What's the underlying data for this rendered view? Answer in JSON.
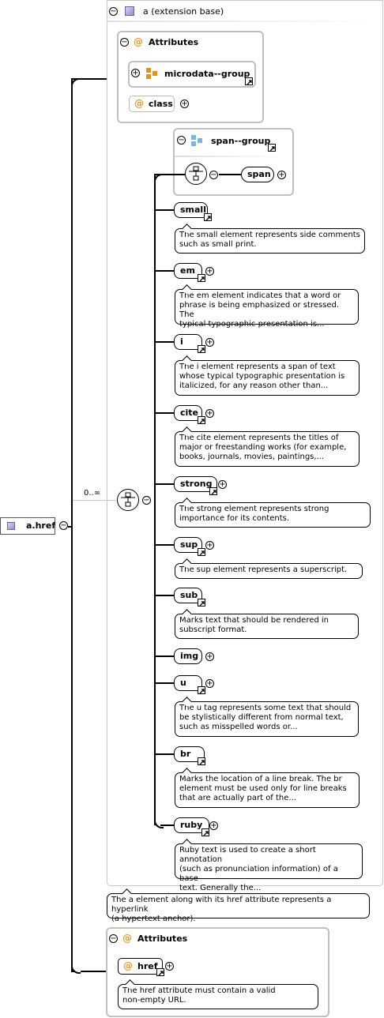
{
  "root": {
    "label": "a.href"
  },
  "cardinality": "0..∞",
  "extension": {
    "title": "a (extension base)"
  },
  "attributes_top": {
    "title": "Attributes",
    "group": "microdata--group",
    "attr": "class"
  },
  "span_group": {
    "title": "span--group",
    "element": "span"
  },
  "elements": [
    {
      "name": "small",
      "doc": [
        "The small element represents side comments",
        "such as small print."
      ]
    },
    {
      "name": "em",
      "doc": [
        "The em element indicates that a word or",
        "phrase is being emphasized or stressed. The",
        "typical typographic presentation is..."
      ]
    },
    {
      "name": "i",
      "doc": [
        "The i element represents a span of text",
        "whose typical typographic presentation is",
        "italicized, for any reason other than..."
      ]
    },
    {
      "name": "cite",
      "doc": [
        "The cite element represents the titles of",
        "major or freestanding works (for example,",
        "books, journals, movies, paintings,..."
      ]
    },
    {
      "name": "strong",
      "doc": [
        "The strong element represents strong",
        "importance for its contents."
      ]
    },
    {
      "name": "sup",
      "doc": [
        "The sup element represents a superscript."
      ]
    },
    {
      "name": "sub",
      "doc": [
        "Marks text that should be rendered in",
        "subscript format."
      ]
    },
    {
      "name": "img",
      "doc": []
    },
    {
      "name": "u",
      "doc": [
        "The u tag represents some text that should",
        "be stylistically different from normal text,",
        "such as misspelled words or..."
      ]
    },
    {
      "name": "br",
      "doc": [
        "Marks the location of a line break. The br",
        "element must be used only for line breaks",
        "that are actually part of the..."
      ]
    },
    {
      "name": "ruby",
      "doc": [
        "Ruby text is used to create a short annotation",
        "(such as pronunciation information) of a base",
        "text. Generally the..."
      ]
    }
  ],
  "root_doc": [
    "The a element along with its href attribute represents a hyperlink",
    "(a hypertext anchor)."
  ],
  "attributes_bottom": {
    "title": "Attributes",
    "attr": "href",
    "doc": [
      "The href attribute must contain a valid",
      "non-empty URL."
    ]
  },
  "symbols": {
    "minus": "−",
    "plus": "+",
    "at": "@"
  }
}
